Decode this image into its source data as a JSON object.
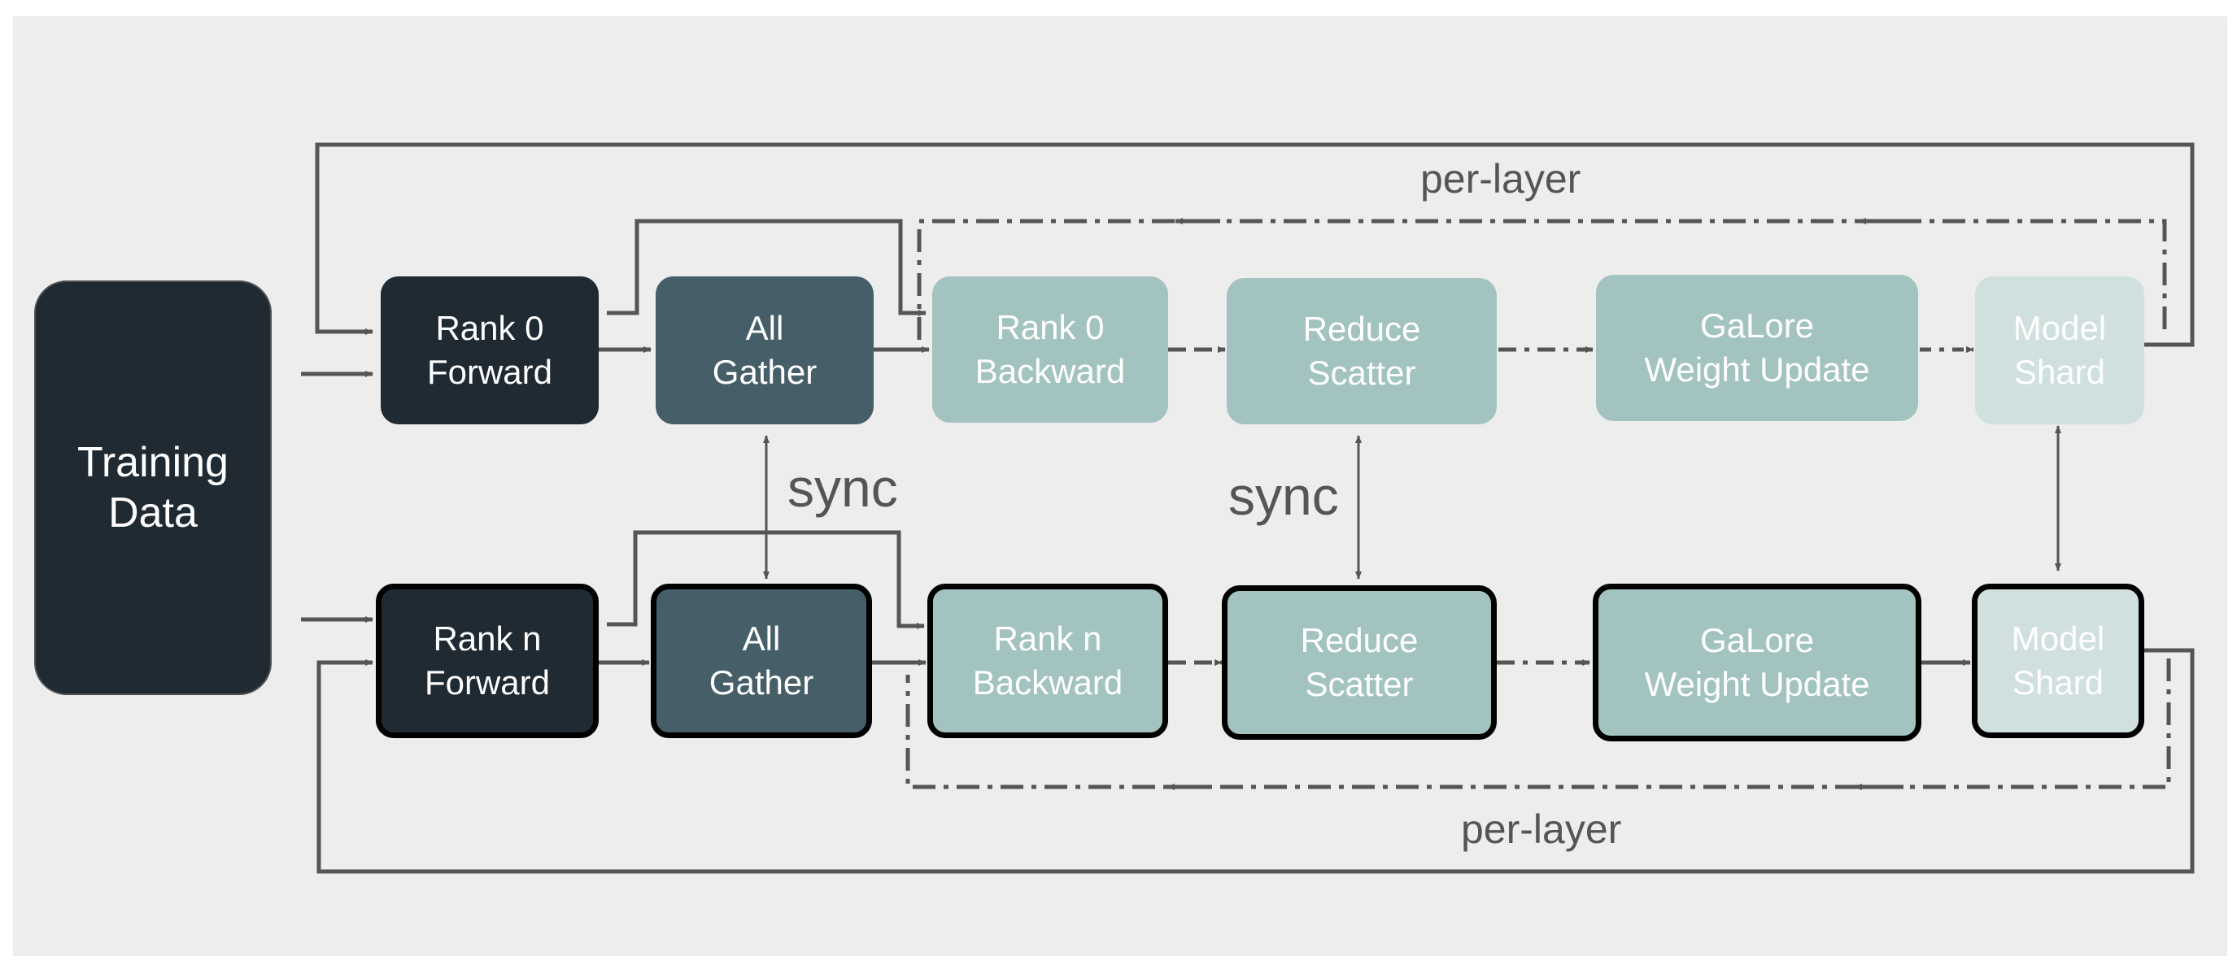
{
  "training_data": {
    "label": "Training\nData"
  },
  "top_row": {
    "forward": "Rank 0\nForward",
    "all_gather": "All\nGather",
    "backward": "Rank 0\nBackward",
    "reduce_scatter": "Reduce\nScatter",
    "weight_update": "GaLore\nWeight Update",
    "model_shard": "Model\nShard"
  },
  "bottom_row": {
    "forward": "Rank n\nForward",
    "all_gather": "All\nGather",
    "backward": "Rank n\nBackward",
    "reduce_scatter": "Reduce\nScatter",
    "weight_update": "GaLore\nWeight Update",
    "model_shard": "Model\nShard"
  },
  "sync_labels": [
    "sync",
    "sync"
  ],
  "per_layer_labels": [
    "per-layer",
    "per-layer"
  ],
  "colors": {
    "background": "#ededed",
    "dark": "#1f2a33",
    "slate": "#465e68",
    "teal": "#a2c3bf",
    "light_teal": "#cfe0de",
    "line": "#555555"
  }
}
